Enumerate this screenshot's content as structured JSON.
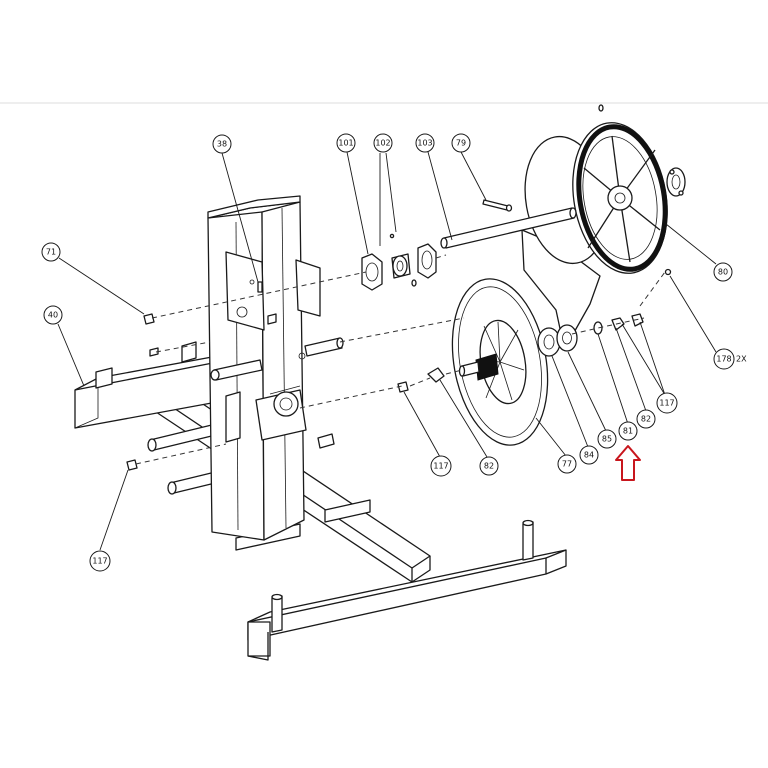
{
  "diagram": {
    "callouts": [
      {
        "id": "c38",
        "label": "38"
      },
      {
        "id": "c101",
        "label": "101"
      },
      {
        "id": "c102",
        "label": "102"
      },
      {
        "id": "c103",
        "label": "103"
      },
      {
        "id": "c79",
        "label": "79"
      },
      {
        "id": "c71",
        "label": "71"
      },
      {
        "id": "c40",
        "label": "40"
      },
      {
        "id": "c80",
        "label": "80"
      },
      {
        "id": "c178",
        "label": "178",
        "suffix": "2X"
      },
      {
        "id": "c117a",
        "label": "117"
      },
      {
        "id": "c82a",
        "label": "82"
      },
      {
        "id": "c81",
        "label": "81"
      },
      {
        "id": "c85",
        "label": "85"
      },
      {
        "id": "c84",
        "label": "84"
      },
      {
        "id": "c77",
        "label": "77"
      },
      {
        "id": "c82b",
        "label": "82"
      },
      {
        "id": "c117b",
        "label": "117"
      },
      {
        "id": "c117c",
        "label": "117"
      }
    ],
    "highlight": {
      "target": "81",
      "arrow_color": "#c8161d"
    },
    "colors": {
      "ink": "#1a1a1a",
      "background": "#ffffff",
      "rule": "#dddddd"
    }
  }
}
